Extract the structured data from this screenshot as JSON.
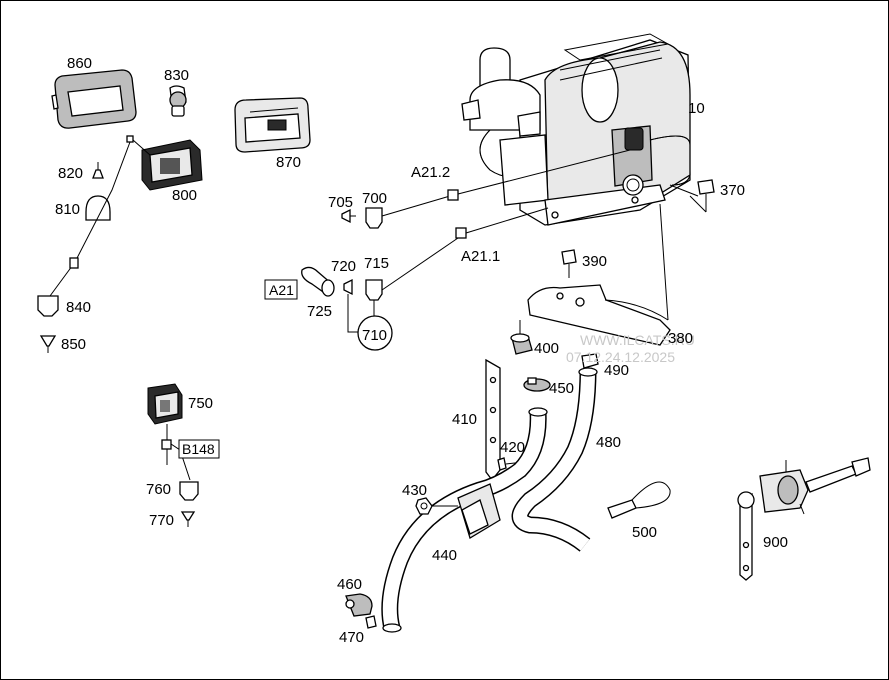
{
  "labels": {
    "p10": "10",
    "p370": "370",
    "p380": "380",
    "p390": "390",
    "p400": "400",
    "p410": "410",
    "p420": "420",
    "p430": "430",
    "p440": "440",
    "p450": "450",
    "p460": "460",
    "p470": "470",
    "p480": "480",
    "p490": "490",
    "p500": "500",
    "p700": "700",
    "p705": "705",
    "p710": "710",
    "p715": "715",
    "p720": "720",
    "p725": "725",
    "p750": "750",
    "p760": "760",
    "p770": "770",
    "p800": "800",
    "p810": "810",
    "p820": "820",
    "p830": "830",
    "p840": "840",
    "p850": "850",
    "p860": "860",
    "p870": "870",
    "p900": "900",
    "a21_1": "A21.1",
    "a21_2": "A21.2"
  },
  "boxed_labels": {
    "a21": "A21",
    "b148": "B148"
  },
  "watermark": {
    "line1": "WWW.ILCATS.RU",
    "line2": "07.12.24.12.2025"
  }
}
